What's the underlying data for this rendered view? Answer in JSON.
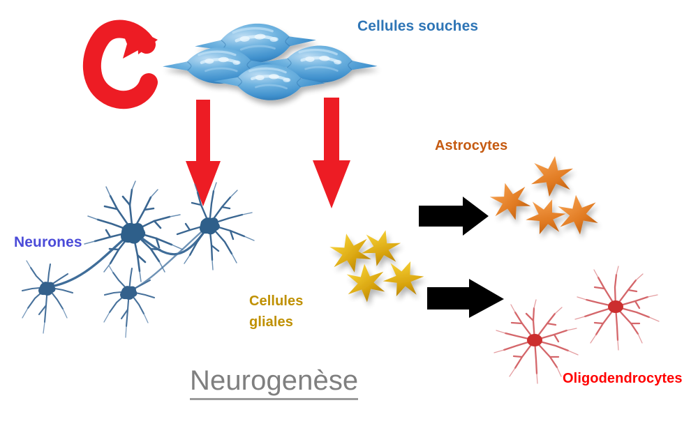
{
  "diagram": {
    "title": "Neurogenèse",
    "background_color": "#FFFFFF",
    "labels": {
      "stem_cells": "Cellules souches",
      "neurons": "Neurones",
      "astrocytes": "Astrocytes",
      "glial_cells": "Cellules gliales",
      "glial_cells_line1": "Cellules",
      "glial_cells_line2": "gliales",
      "oligodendrocytes": "Oligodendrocytes"
    },
    "colors": {
      "stem_cells": "#2E75B6",
      "neurons": "#4B4BD8",
      "astrocytes": "#C55A11",
      "glial_cells": "#BF9000",
      "oligodendrocytes": "#FF0000",
      "title": "#7F7F7F",
      "red_arrow": "#ED1C24",
      "black_arrow": "#000000",
      "stem_cell_body": "#3E8FCC",
      "neuron_body": "#2E5F8A",
      "glial_star": "#E8C020",
      "astrocyte_star": "#E8862A",
      "oligodendrocyte_body": "#D83A3A"
    },
    "elements": [
      {
        "name": "self-renewal-arrow",
        "type": "curved-arrow",
        "color": "#ED1C24",
        "description": "red circular self-renewal arrow"
      },
      {
        "name": "stem-cell-cluster",
        "type": "cell-cluster",
        "count": 4,
        "color": "#3E8FCC",
        "description": "four blue spindle-shaped stem cells"
      },
      {
        "name": "differentiation-arrow-neurons",
        "type": "down-arrow",
        "color": "#ED1C24"
      },
      {
        "name": "differentiation-arrow-glia",
        "type": "down-arrow",
        "color": "#ED1C24"
      },
      {
        "name": "neuron-network",
        "type": "cell-cluster",
        "count": 4,
        "color": "#2E5F8A",
        "description": "blue branching neurons connected by axons"
      },
      {
        "name": "glial-star-cluster",
        "type": "cell-cluster",
        "count": 4,
        "color": "#E8C020",
        "description": "four yellow star-shaped glial cells"
      },
      {
        "name": "maturation-arrow-astrocytes",
        "type": "right-arrow",
        "color": "#000000"
      },
      {
        "name": "maturation-arrow-oligodendrocytes",
        "type": "right-arrow",
        "color": "#000000"
      },
      {
        "name": "astrocyte-star-cluster",
        "type": "cell-cluster",
        "count": 4,
        "color": "#E8862A",
        "description": "four orange star-shaped astrocytes"
      },
      {
        "name": "oligodendrocyte-cluster",
        "type": "cell-cluster",
        "count": 2,
        "color": "#D83A3A",
        "description": "two red branching oligodendrocytes"
      }
    ]
  }
}
